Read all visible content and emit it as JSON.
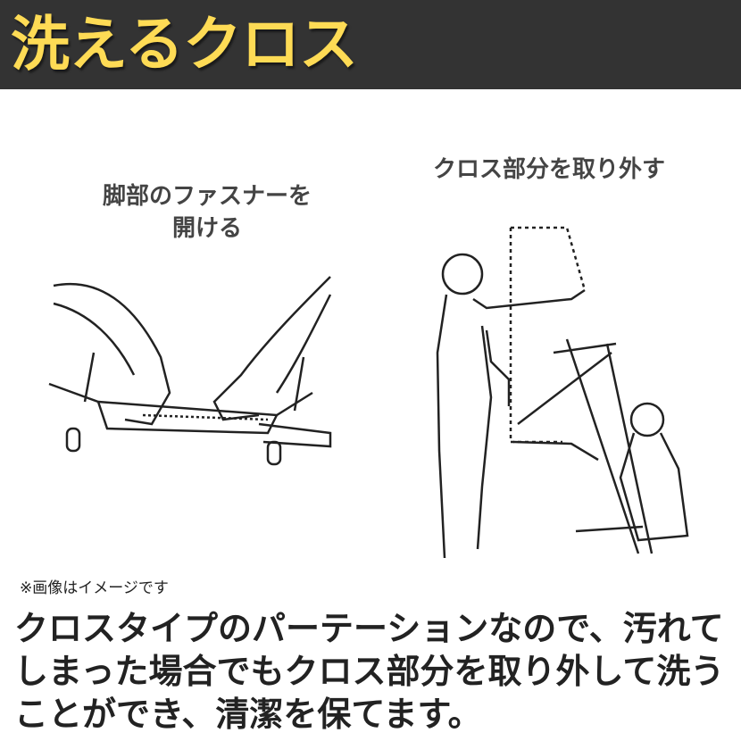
{
  "header": {
    "title": "洗えるクロス",
    "bg_color": "#333333",
    "title_color": "#fedb55"
  },
  "left_panel": {
    "caption_line1": "脚部のファスナーを",
    "caption_line2": "開ける",
    "illustration": "hands-opening-zipper"
  },
  "right_panel": {
    "caption": "クロス部分を取り外す",
    "illustration": "people-removing-cloth"
  },
  "note": "※画像はイメージです",
  "description": {
    "line1": "クロスタイプのパーテーションなので、汚れて",
    "line2": "しまった場合でもクロス部分を取り外して洗う",
    "line3": "ことができ、清潔を保てます。"
  }
}
